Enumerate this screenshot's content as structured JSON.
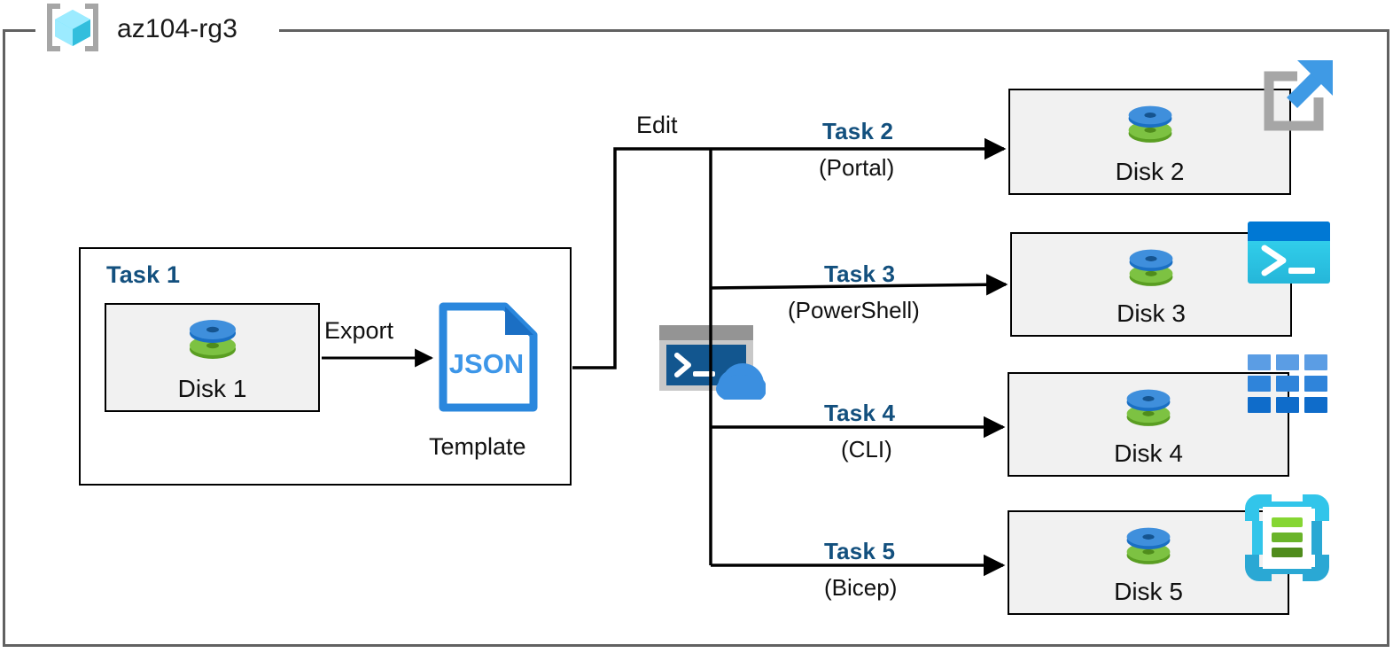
{
  "diagram": {
    "resource_group": {
      "name": "az104-rg3",
      "icon": "azure-resource-group-icon"
    },
    "task1": {
      "label": "Task 1",
      "disk": {
        "label": "Disk 1",
        "icon": "managed-disk-icon"
      },
      "export_label": "Export",
      "template": {
        "file_type": "JSON",
        "caption": "Template",
        "icon": "json-file-icon"
      }
    },
    "edit_label": "Edit",
    "cloud_shell": {
      "icon": "azure-cloud-shell-icon"
    },
    "branches": [
      {
        "task": "Task 2",
        "method": "(Portal)",
        "disk": "Disk 2",
        "tool_icon": "azure-portal-icon"
      },
      {
        "task": "Task 3",
        "method": "(PowerShell)",
        "disk": "Disk 3",
        "tool_icon": "powershell-icon"
      },
      {
        "task": "Task 4",
        "method": "(CLI)",
        "disk": "Disk 4",
        "tool_icon": "azure-cli-icon"
      },
      {
        "task": "Task 5",
        "method": "(Bicep)",
        "disk": "Disk 5",
        "tool_icon": "bicep-icon"
      }
    ],
    "colors": {
      "task_blue": "#13507e",
      "frame_gray": "#616161",
      "box_fill": "#f1f1f1",
      "disk_blue": "#2f7ed0",
      "disk_green": "#6cb02c",
      "json_blue": "#2a87dd",
      "cyan": "#31c8f0",
      "line_black": "#000000"
    }
  }
}
